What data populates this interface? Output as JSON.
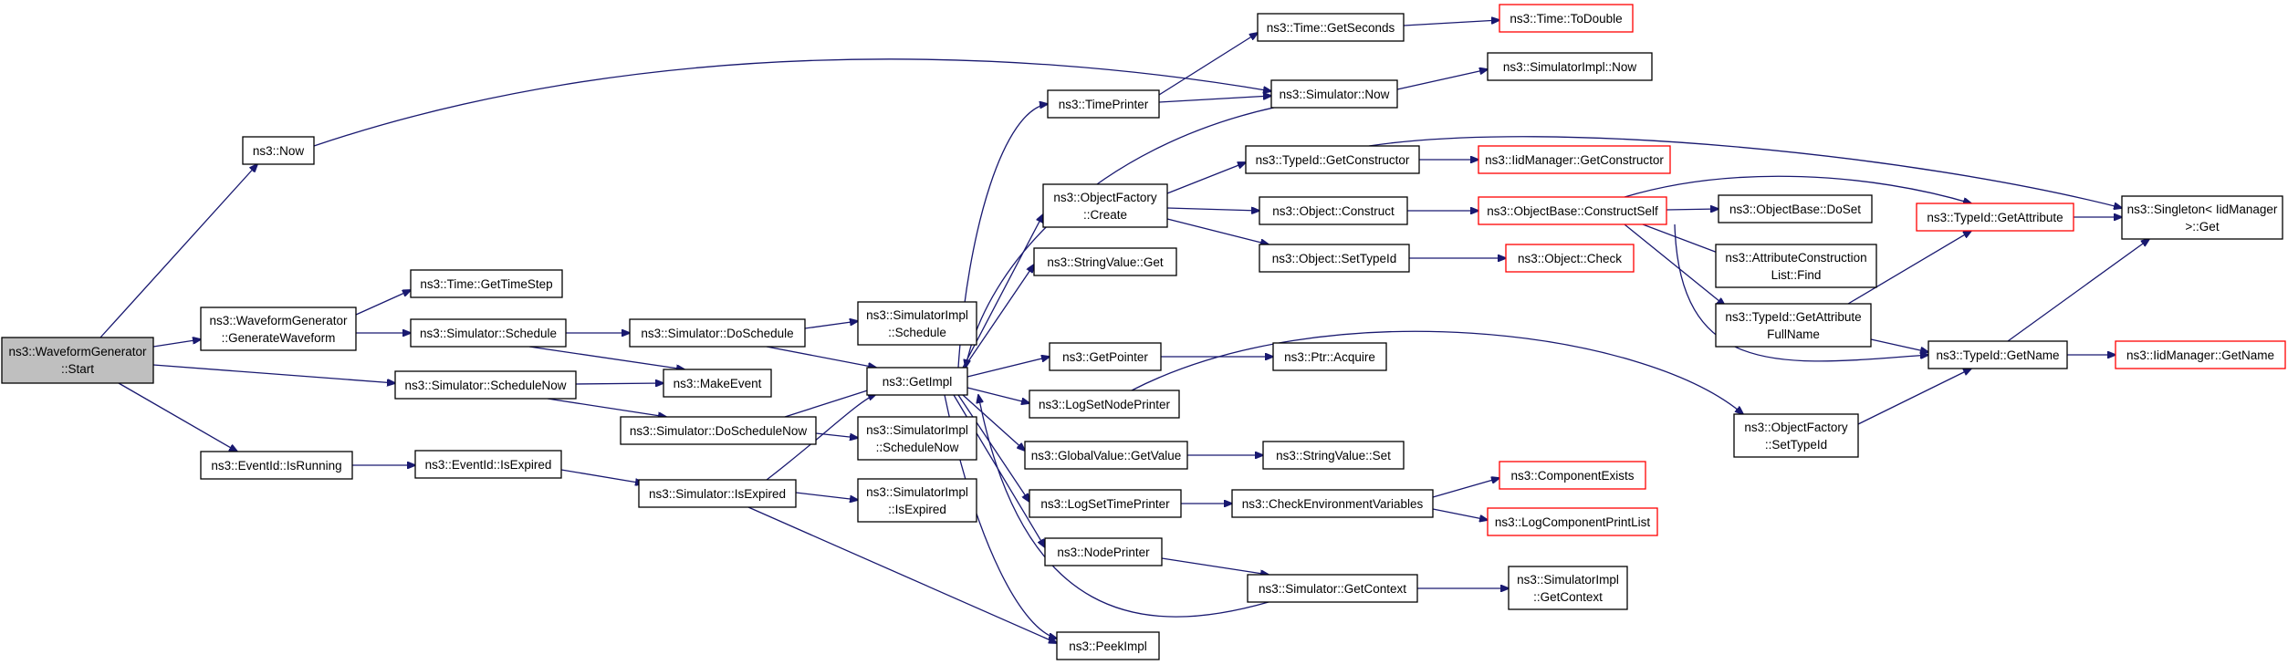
{
  "colors": {
    "edge": "#191970",
    "node_border": "#000000",
    "external_border": "#ff0000",
    "root_fill": "#bfbfbf"
  },
  "nodes": [
    {
      "id": "start",
      "lines": [
        "ns3::WaveformGenerator",
        "::Start"
      ],
      "style": "root"
    },
    {
      "id": "now",
      "lines": [
        "ns3::Now"
      ]
    },
    {
      "id": "genwave",
      "lines": [
        "ns3::WaveformGenerator",
        "::GenerateWaveform"
      ]
    },
    {
      "id": "isrunning",
      "lines": [
        "ns3::EventId::IsRunning"
      ]
    },
    {
      "id": "gettimestep",
      "lines": [
        "ns3::Time::GetTimeStep"
      ]
    },
    {
      "id": "schedule",
      "lines": [
        "ns3::Simulator::Schedule"
      ]
    },
    {
      "id": "schedulenow",
      "lines": [
        "ns3::Simulator::ScheduleNow"
      ]
    },
    {
      "id": "isexpired",
      "lines": [
        "ns3::EventId::IsExpired"
      ]
    },
    {
      "id": "doschedule",
      "lines": [
        "ns3::Simulator::DoSchedule"
      ]
    },
    {
      "id": "makeevent",
      "lines": [
        "ns3::MakeEvent"
      ]
    },
    {
      "id": "doschedulenow",
      "lines": [
        "ns3::Simulator::DoScheduleNow"
      ]
    },
    {
      "id": "simisexpired",
      "lines": [
        "ns3::Simulator::IsExpired"
      ]
    },
    {
      "id": "implschedule",
      "lines": [
        "ns3::SimulatorImpl",
        "::Schedule"
      ]
    },
    {
      "id": "getimpl",
      "lines": [
        "ns3::GetImpl"
      ]
    },
    {
      "id": "implschedulenow",
      "lines": [
        "ns3::SimulatorImpl",
        "::ScheduleNow"
      ]
    },
    {
      "id": "implisexpired",
      "lines": [
        "ns3::SimulatorImpl",
        "::IsExpired"
      ]
    },
    {
      "id": "timeprinter",
      "lines": [
        "ns3::TimePrinter"
      ]
    },
    {
      "id": "objfactorycreate",
      "lines": [
        "ns3::ObjectFactory",
        "::Create"
      ]
    },
    {
      "id": "stringvalueget",
      "lines": [
        "ns3::StringValue::Get"
      ]
    },
    {
      "id": "getpointer",
      "lines": [
        "ns3::GetPointer"
      ]
    },
    {
      "id": "logsetnodeprinter",
      "lines": [
        "ns3::LogSetNodePrinter"
      ]
    },
    {
      "id": "globalvaluegetvalue",
      "lines": [
        "ns3::GlobalValue::GetValue"
      ]
    },
    {
      "id": "logsettimeprinter",
      "lines": [
        "ns3::LogSetTimePrinter"
      ]
    },
    {
      "id": "nodeprinter",
      "lines": [
        "ns3::NodePrinter"
      ]
    },
    {
      "id": "peekimpl",
      "lines": [
        "ns3::PeekImpl"
      ]
    },
    {
      "id": "timegetseconds",
      "lines": [
        "ns3::Time::GetSeconds"
      ]
    },
    {
      "id": "simnow",
      "lines": [
        "ns3::Simulator::Now"
      ]
    },
    {
      "id": "typeidgetconstructor",
      "lines": [
        "ns3::TypeId::GetConstructor"
      ]
    },
    {
      "id": "objconstruct",
      "lines": [
        "ns3::Object::Construct"
      ]
    },
    {
      "id": "objsettypeid",
      "lines": [
        "ns3::Object::SetTypeId"
      ]
    },
    {
      "id": "ptracquire",
      "lines": [
        "ns3::Ptr::Acquire"
      ]
    },
    {
      "id": "stringvalueset",
      "lines": [
        "ns3::StringValue::Set"
      ]
    },
    {
      "id": "checkenv",
      "lines": [
        "ns3::CheckEnvironmentVariables"
      ]
    },
    {
      "id": "simgetcontext",
      "lines": [
        "ns3::Simulator::GetContext"
      ]
    },
    {
      "id": "timetodouble",
      "lines": [
        "ns3::Time::ToDouble"
      ],
      "style": "red"
    },
    {
      "id": "implnow",
      "lines": [
        "ns3::SimulatorImpl::Now"
      ]
    },
    {
      "id": "iidmgrgetconstructor",
      "lines": [
        "ns3::IidManager::GetConstructor"
      ],
      "style": "red"
    },
    {
      "id": "objbaseconstructself",
      "lines": [
        "ns3::ObjectBase::ConstructSelf"
      ],
      "style": "red"
    },
    {
      "id": "objcheck",
      "lines": [
        "ns3::Object::Check"
      ],
      "style": "red"
    },
    {
      "id": "componentexists",
      "lines": [
        "ns3::ComponentExists"
      ],
      "style": "red"
    },
    {
      "id": "logcomponentprintlist",
      "lines": [
        "ns3::LogComponentPrintList"
      ],
      "style": "red"
    },
    {
      "id": "implgetcontext",
      "lines": [
        "ns3::SimulatorImpl",
        "::GetContext"
      ]
    },
    {
      "id": "objbasedoset",
      "lines": [
        "ns3::ObjectBase::DoSet"
      ]
    },
    {
      "id": "attrconstructionlistfind",
      "lines": [
        "ns3::AttributeConstruction",
        "List::Find"
      ]
    },
    {
      "id": "typeidgetattrfullname",
      "lines": [
        "ns3::TypeId::GetAttribute",
        "FullName"
      ]
    },
    {
      "id": "objfactorysettypeid",
      "lines": [
        "ns3::ObjectFactory",
        "::SetTypeId"
      ]
    },
    {
      "id": "typeidgetattribute",
      "lines": [
        "ns3::TypeId::GetAttribute"
      ],
      "style": "red"
    },
    {
      "id": "typeidgetname",
      "lines": [
        "ns3::TypeId::GetName"
      ]
    },
    {
      "id": "singletonget",
      "lines": [
        "ns3::Singleton< IidManager",
        " >::Get"
      ]
    },
    {
      "id": "iidmgrgetname",
      "lines": [
        "ns3::IidManager::GetName"
      ],
      "style": "red"
    }
  ]
}
